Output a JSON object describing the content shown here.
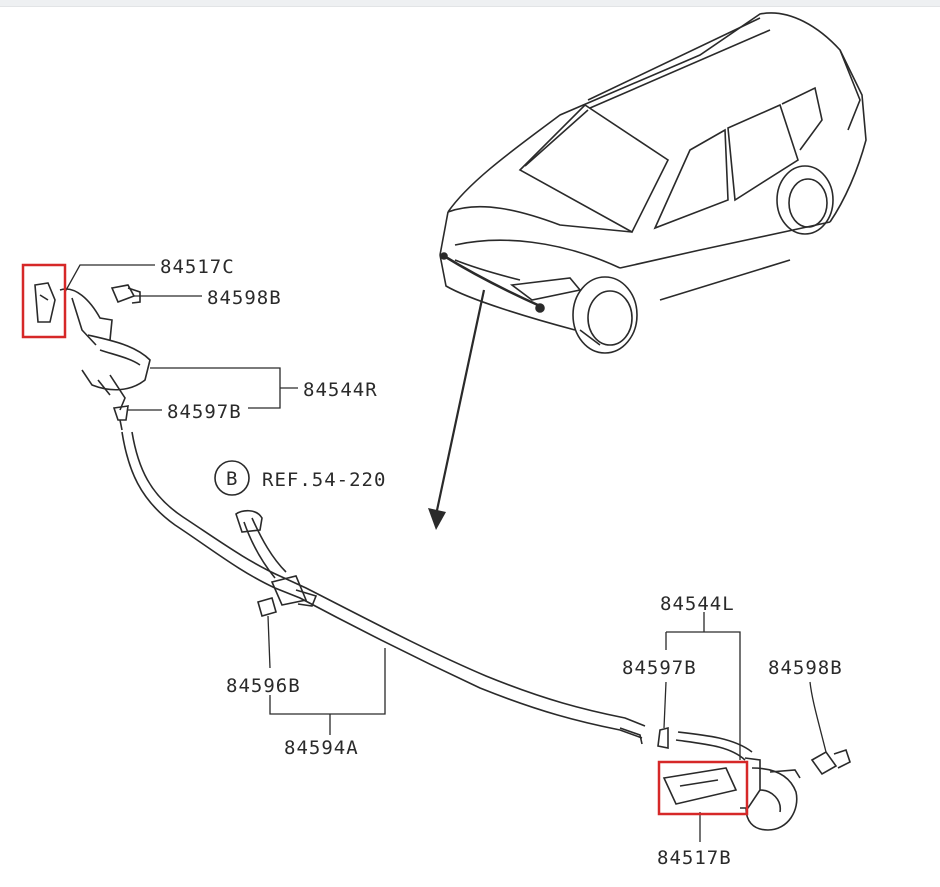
{
  "labels": {
    "l_84517C": "84517C",
    "l_84598B_top": "84598B",
    "l_84544R": "84544R",
    "l_84597B_left": "84597B",
    "ref_circle": "B",
    "ref_text": "REF.54-220",
    "l_84596B": "84596B",
    "l_84594A": "84594A",
    "l_84544L": "84544L",
    "l_84597B_right": "84597B",
    "l_84598B_right": "84598B",
    "l_84517B": "84517B"
  },
  "colors": {
    "line": "#2a2a2a",
    "highlight": "#d62828",
    "background": "#ffffff"
  }
}
